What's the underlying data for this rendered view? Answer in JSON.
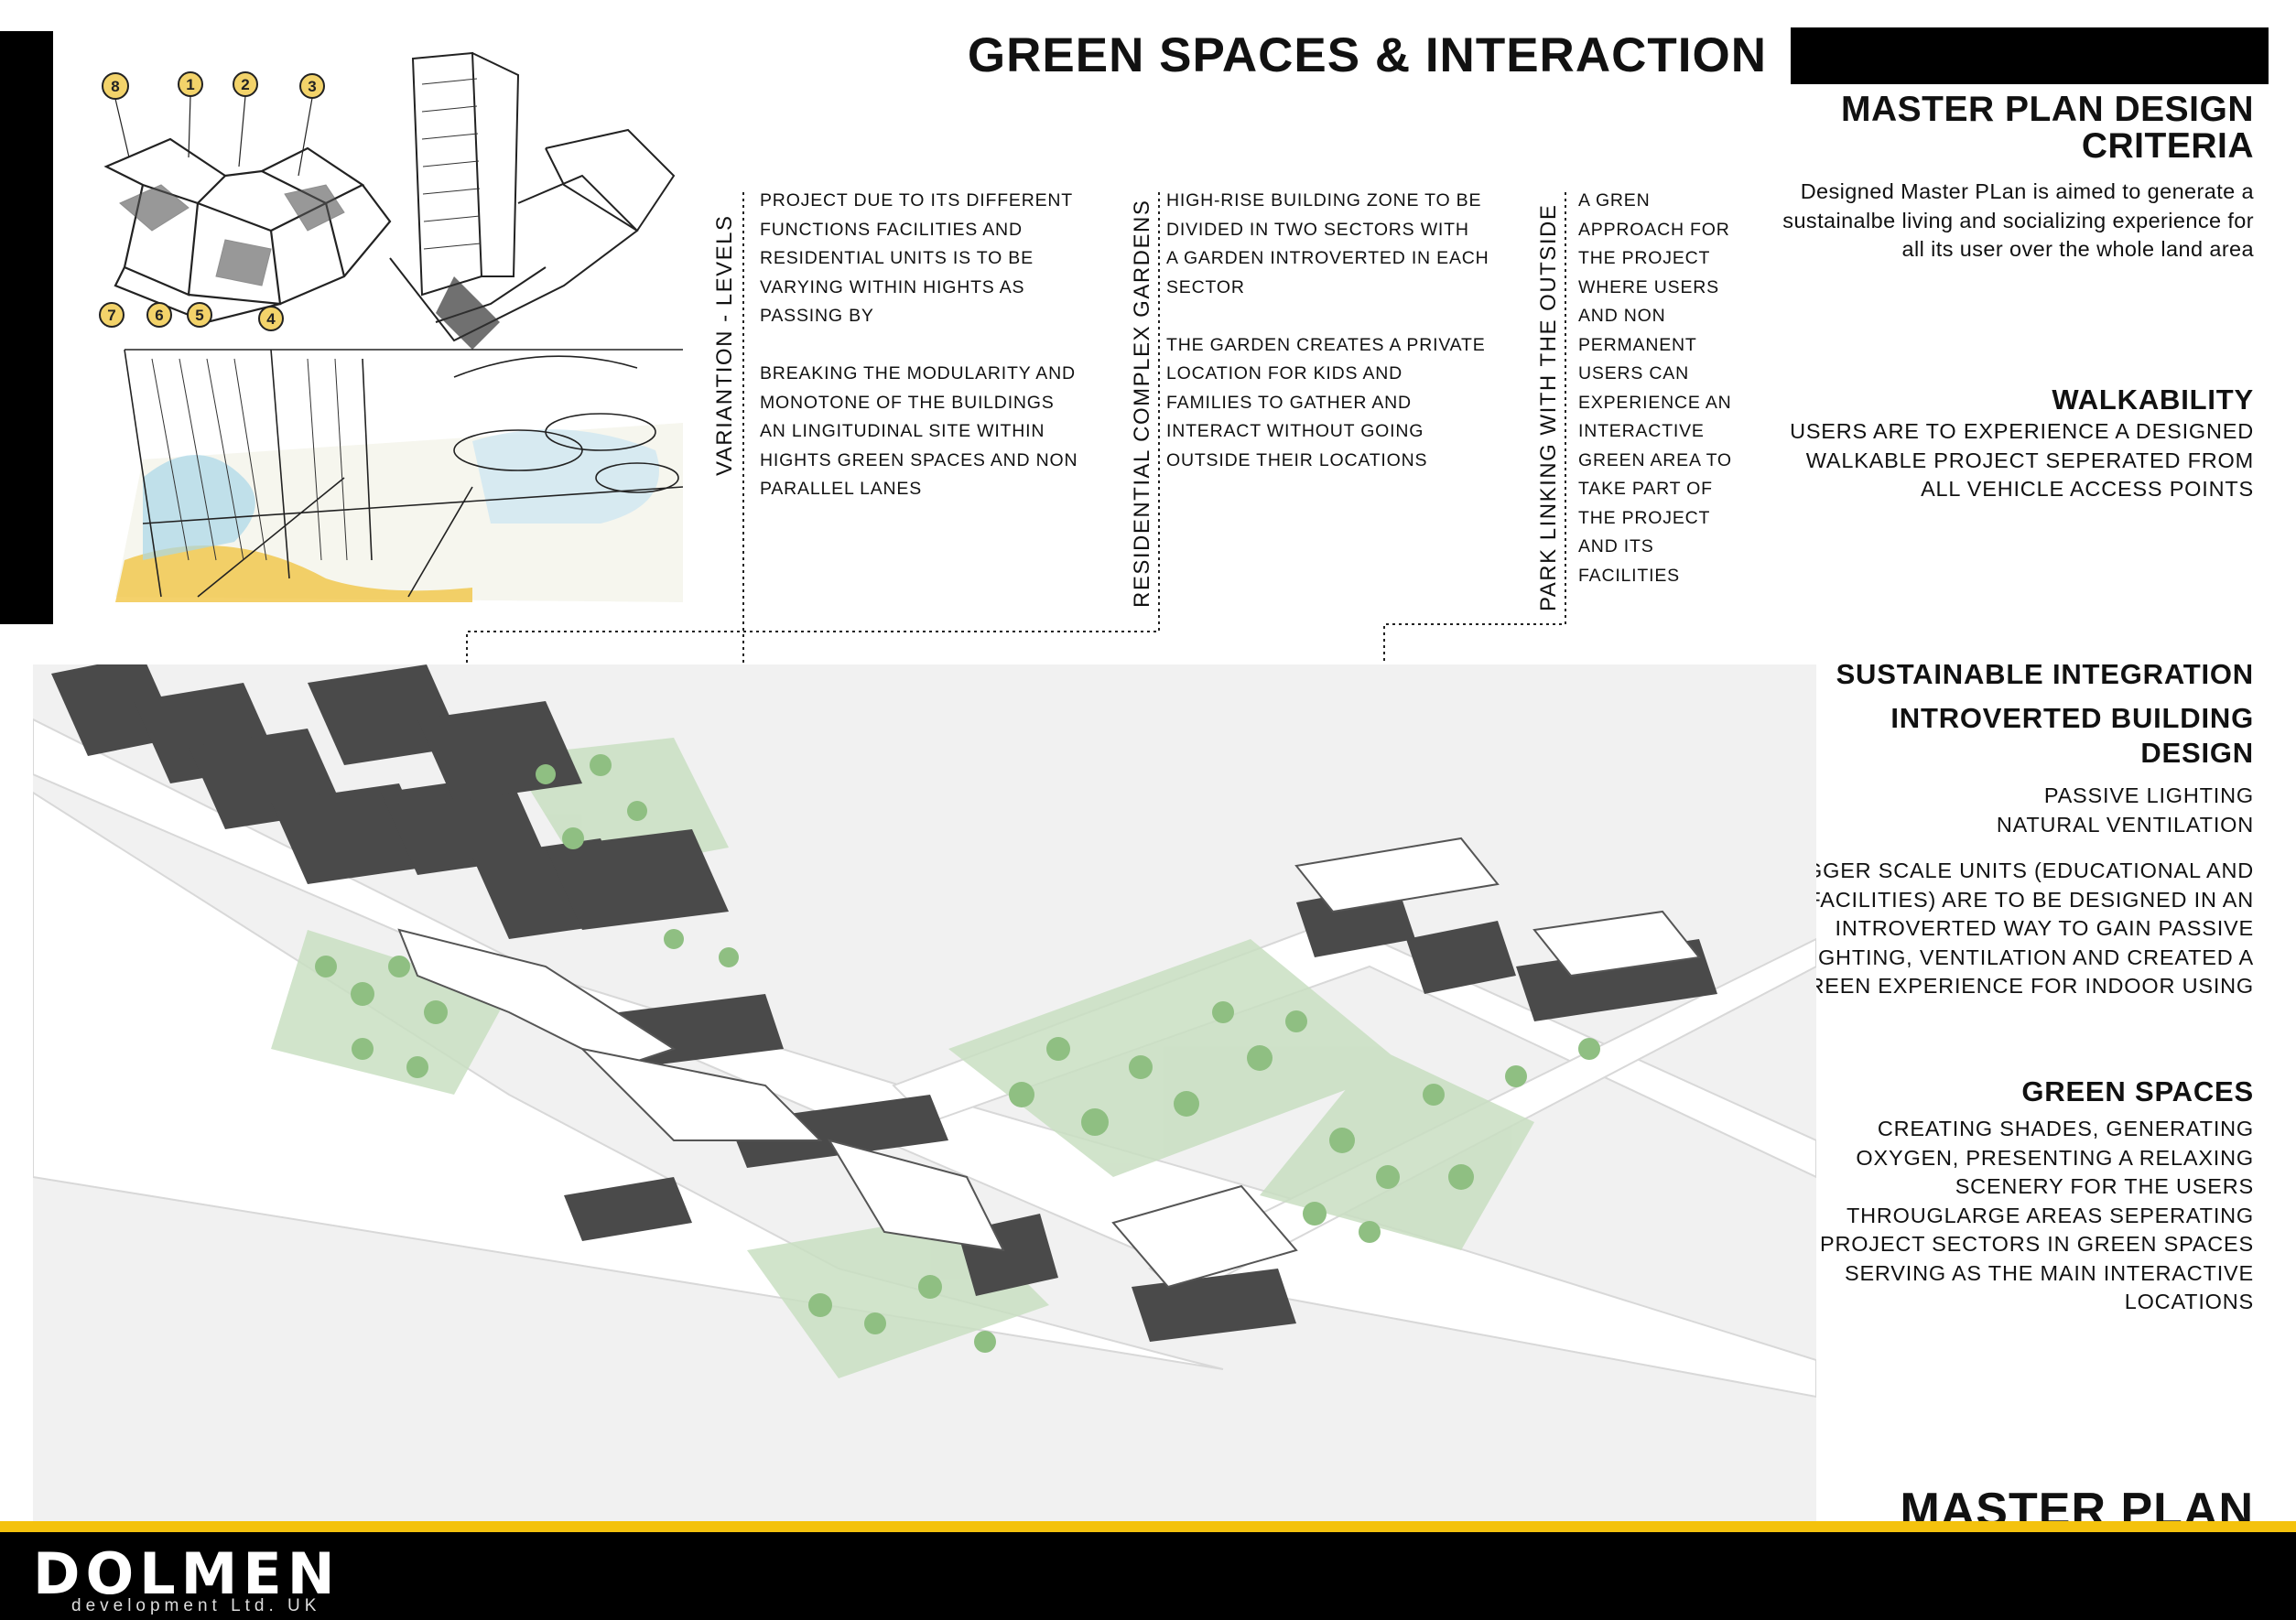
{
  "header": {
    "title": "GREEN SPACES & INTERACTION"
  },
  "columns": [
    {
      "label": "VARIANTION - LEVELS",
      "text": "PROJECT DUE TO ITS DIFFERENT\nFUNCTIONS FACILITIES AND\nRESIDENTIAL UNITS IS TO BE\nVARYING WITHIN HIGHTS AS\nPASSING BY\n\nBREAKING THE MODULARITY AND\nMONOTONE OF THE BUILDINGS\nAN LINGITUDINAL SITE WITHIN\nHIGHTS GREEN SPACES AND NON\nPARALLEL LANES"
    },
    {
      "label": "RESIDENTIAL COMPLEX GARDENS",
      "text": "HIGH-RISE BUILDING ZONE TO BE\nDIVIDED IN TWO SECTORS WITH\nA GARDEN INTROVERTED IN EACH\nSECTOR\n\nTHE GARDEN CREATES A PRIVATE\nLOCATION FOR KIDS AND\nFAMILIES TO GATHER AND\nINTERACT WITHOUT GOING\nOUTSIDE THEIR LOCATIONS"
    },
    {
      "label": "PARK LINKING WITH THE OUTSIDE",
      "text": "A GREN\nAPPROACH FOR\nTHE PROJECT\nWHERE USERS\nAND NON\nPERMANENT\nUSERS CAN\nEXPERIENCE AN\nINTERACTIVE\nGREEN AREA TO\nTAKE PART OF\nTHE PROJECT\nAND ITS\nFACILITIES"
    }
  ],
  "criteria": {
    "title_line1": "MASTER PLAN DESIGN",
    "title_line2": "CRITERIA",
    "intro": "Designed  Master PLan is aimed to generate a sustainalbe living and socializing experience for all its user over the whole land area",
    "walkability_heading": "WALKABILITY",
    "walkability_text": "USERS ARE TO EXPERIENCE A DESIGNED WALKABLE PROJECT SEPERATED FROM ALL VEHICLE ACCESS POINTS",
    "sustainable_heading": "SUSTAINABLE INTEGRATION",
    "introverted_heading_line1": "INTROVERTED BUILDING",
    "introverted_heading_line2": "DESIGN",
    "passive_lighting": "PASSIVE LIGHTING",
    "natural_ventilation": "NATURAL VENTILATION",
    "introverted_text": "BIGGER SCALE UNITS (EDUCATIONAL AND FACILITIES) ARE TO BE DESIGNED IN AN INTROVERTED WAY TO GAIN PASSIVE LIGHTING, VENTILATION AND CREATED A GREEN EXPERIENCE FOR INDOOR USING",
    "green_heading": "GREEN SPACES",
    "green_text": "CREATING SHADES, GENERATING OXYGEN, PRESENTING A RELAXING SCENERY FOR THE USERS THROUGLARGE AREAS SEPERATING PROJECT SECTORS IN GREEN SPACES SERVING AS THE MAIN INTERACTIVE LOCATIONS"
  },
  "sketch_markers": [
    "8",
    "1",
    "2",
    "3",
    "7",
    "6",
    "5",
    "4"
  ],
  "footer": {
    "section_title": "MASTER PLAN",
    "logo": "DOLMEN",
    "logo_sub": "development Ltd. UK"
  },
  "colors": {
    "accent_yellow": "#f4c20d",
    "black": "#000000",
    "green": "#a8cc9c",
    "building": "#4a4a4a"
  }
}
